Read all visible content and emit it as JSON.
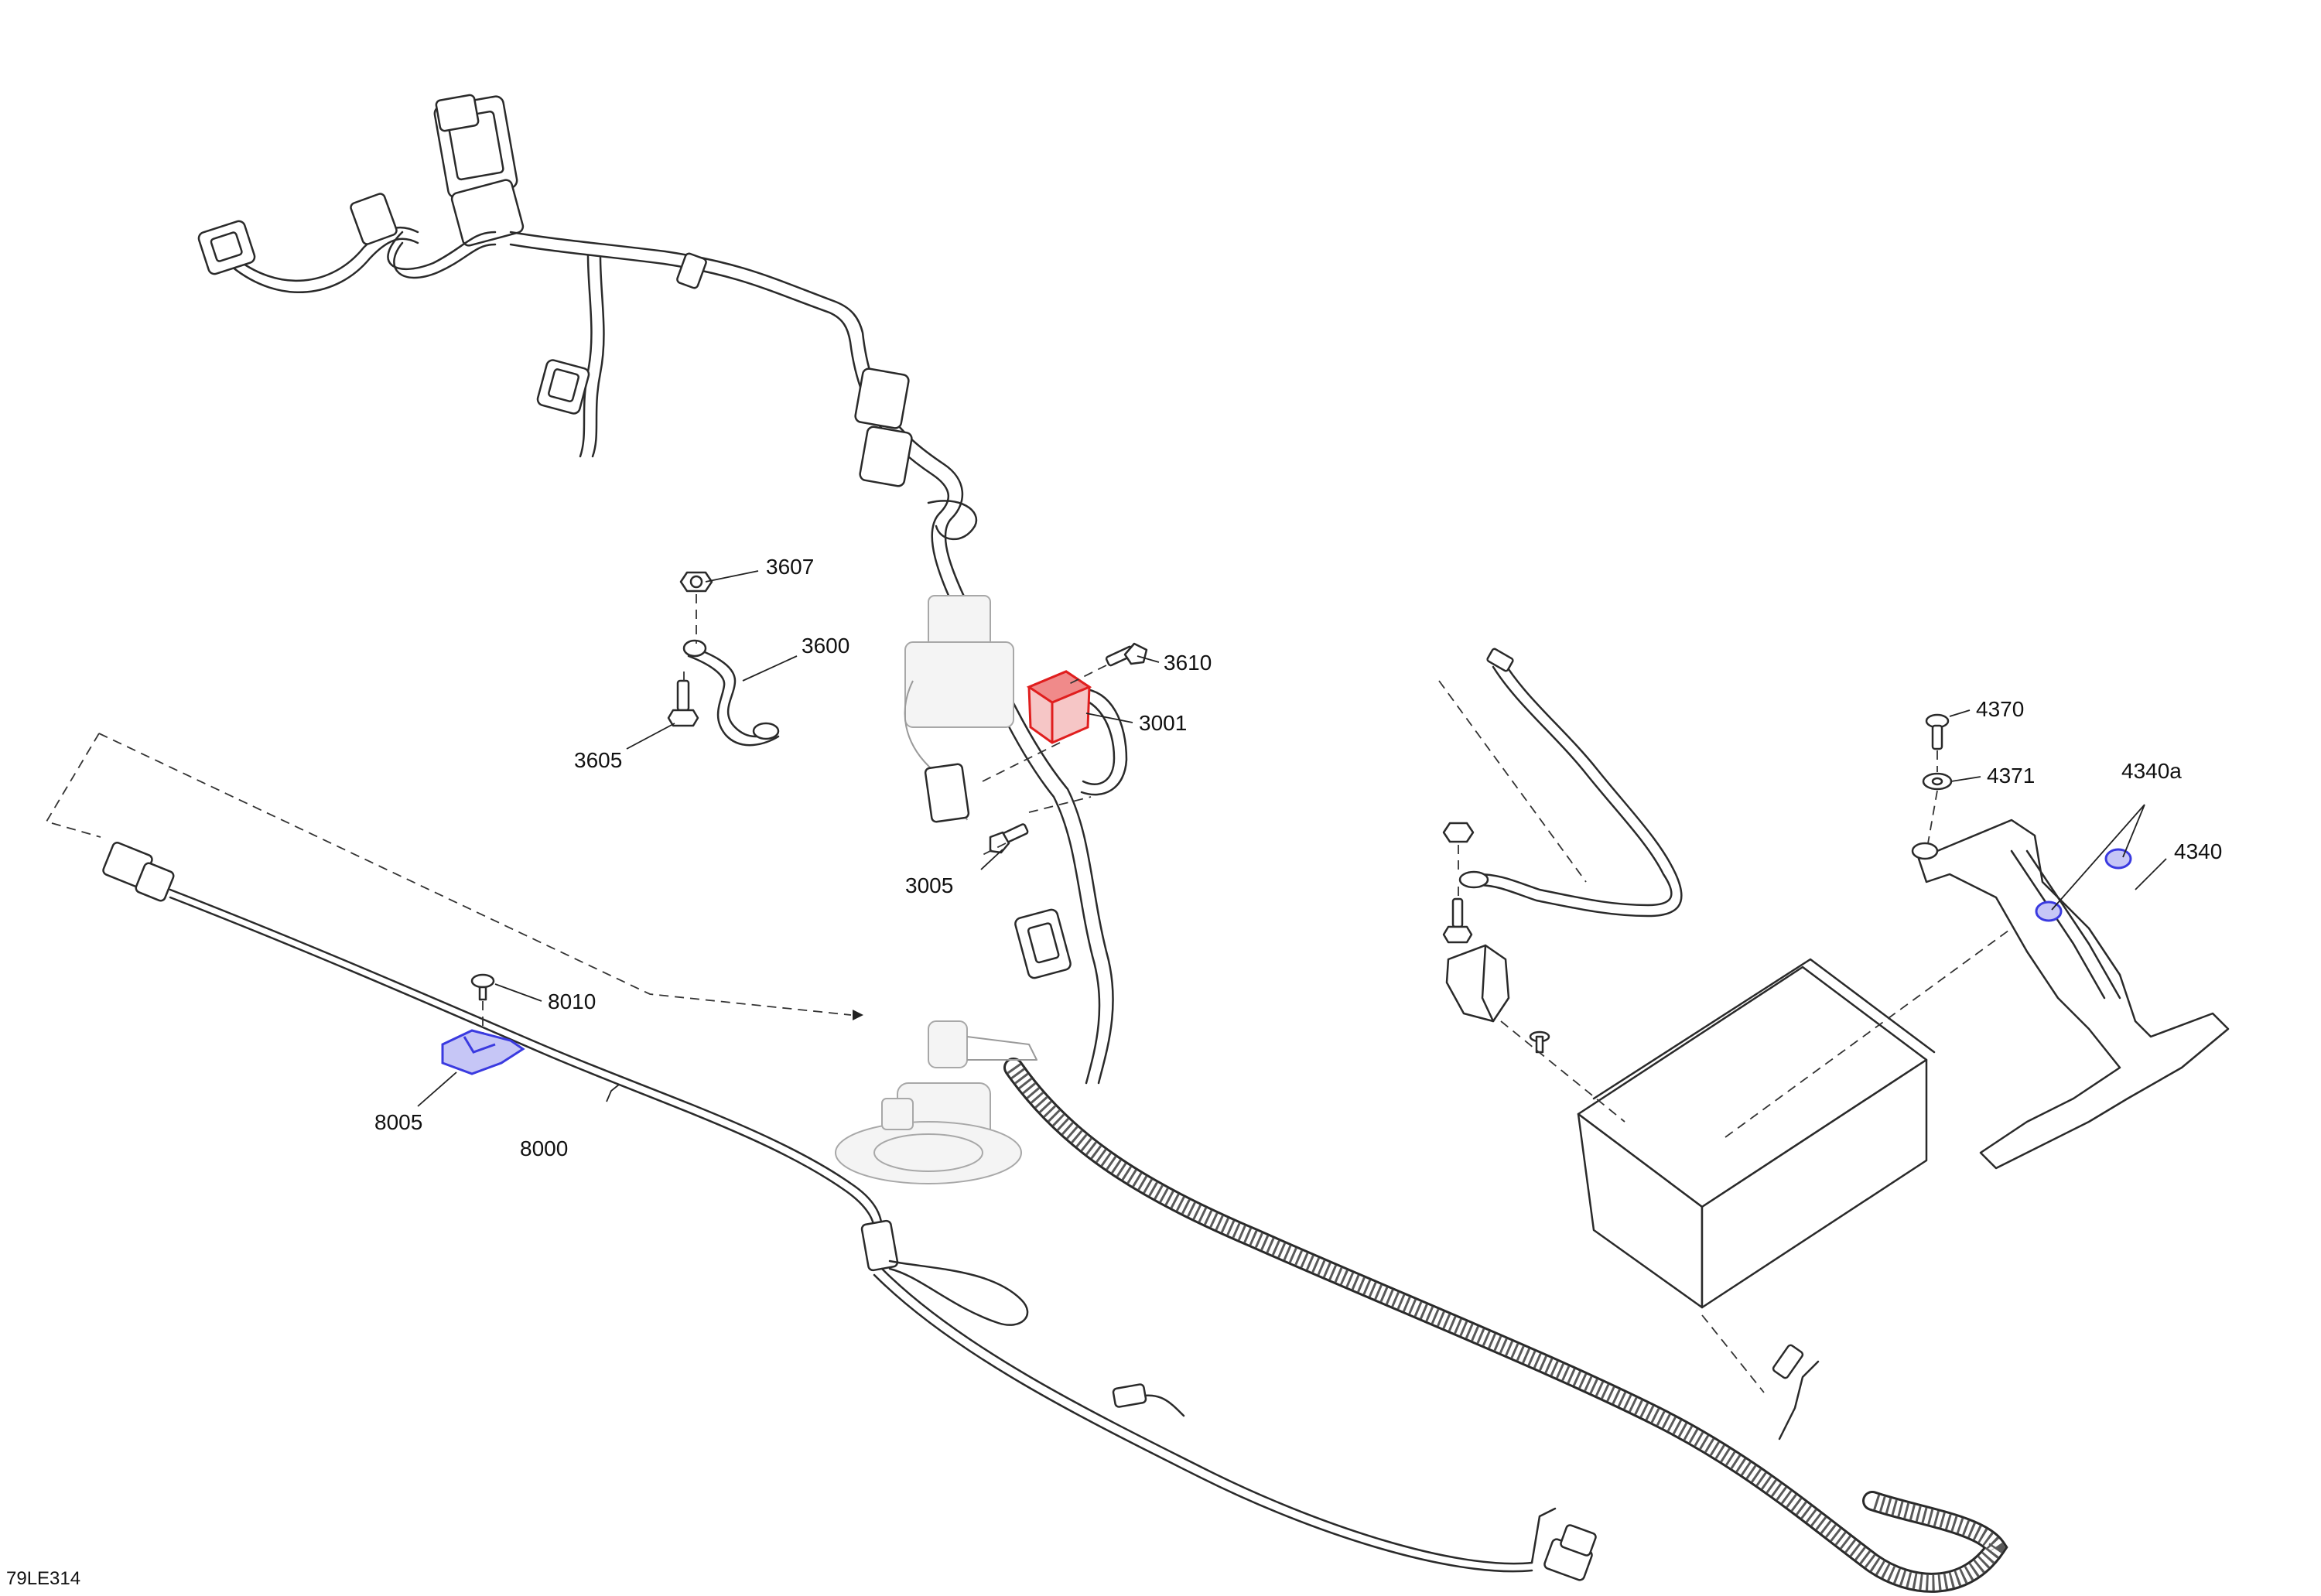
{
  "diagram_code": "79LE314",
  "colors": {
    "line": "#2a2a2a",
    "highlight_red": "#e01e1e",
    "highlight_blue": "#3a3ae0",
    "ghost": "#a8a8a8"
  },
  "callouts": [
    {
      "id": "3607",
      "highlight": "none"
    },
    {
      "id": "3600",
      "highlight": "none"
    },
    {
      "id": "3605",
      "highlight": "none"
    },
    {
      "id": "3610",
      "highlight": "none"
    },
    {
      "id": "3001",
      "highlight": "red"
    },
    {
      "id": "3005",
      "highlight": "none"
    },
    {
      "id": "8010",
      "highlight": "none"
    },
    {
      "id": "8005",
      "highlight": "blue"
    },
    {
      "id": "8000",
      "highlight": "none"
    },
    {
      "id": "4370",
      "highlight": "none"
    },
    {
      "id": "4371",
      "highlight": "none"
    },
    {
      "id": "4340a",
      "highlight": "blue"
    },
    {
      "id": "4340",
      "highlight": "none"
    }
  ]
}
